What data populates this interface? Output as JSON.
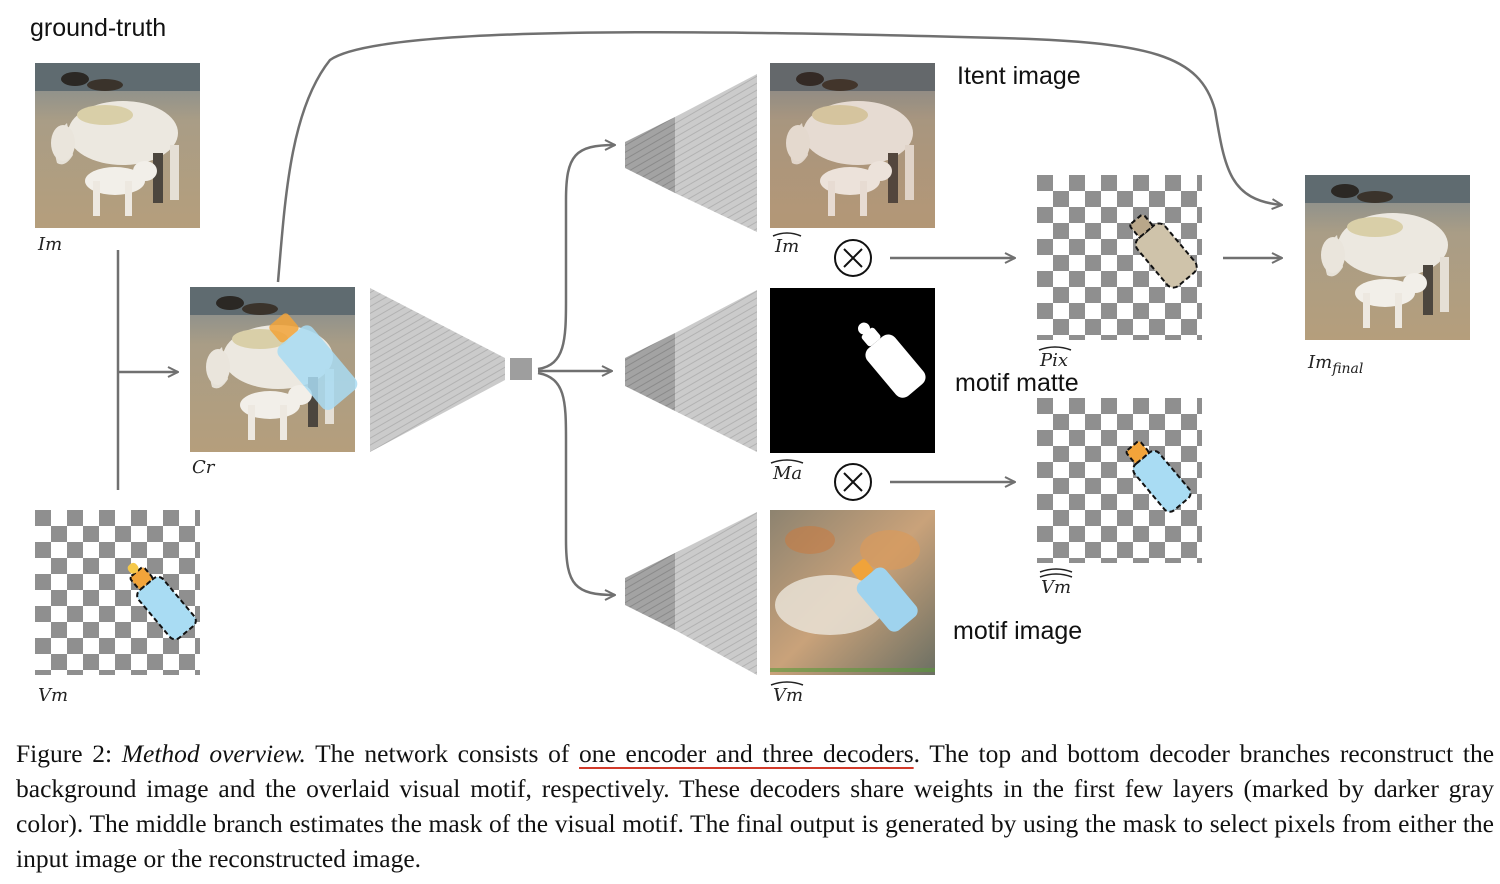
{
  "labels": {
    "ground_truth": "ground-truth",
    "lent_image": "Itent image",
    "motif_matte": "motif matte",
    "motif_image": "motif image"
  },
  "image_labels": {
    "im": "Im",
    "vm": "Vm",
    "cr": "Cr",
    "im_hat": "Im",
    "ma_hat": "Ma",
    "vm_hat": "Vm",
    "pix_hat": "Pix",
    "vm_hat_hat": "Vm",
    "im_final_base": "Im",
    "im_final_sub": "final"
  },
  "caption": {
    "figure_label": "Figure 2:",
    "method_title": "Method overview.",
    "text_1": "The network consists of",
    "underlined": "one encoder and three decoders",
    "text_2": ". The top and bottom decoder branches reconstruct the background image and the overlaid visual motif, respectively. These decoders share weights in the first few layers (marked by darker gray color). The middle branch estimates the mask of the visual motif. The final output is generated by using the mask to select pixels from either the input image or the reconstructed image."
  },
  "colors": {
    "arrow": "#707070",
    "underline": "#d23a2a",
    "network_light": "#cfcfcf",
    "network_dark": "#9a9a9a"
  }
}
